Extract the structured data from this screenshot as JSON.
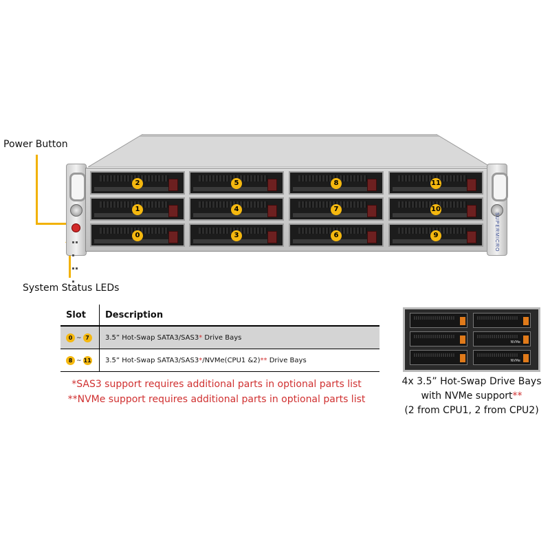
{
  "callouts": {
    "power_button": "Power Button",
    "status_leds": "System Status LEDs"
  },
  "brand": "SUPERMICRO",
  "bays": [
    {
      "label": "2"
    },
    {
      "label": "5"
    },
    {
      "label": "8"
    },
    {
      "label": "11"
    },
    {
      "label": "1"
    },
    {
      "label": "4"
    },
    {
      "label": "7"
    },
    {
      "label": "10"
    },
    {
      "label": "0"
    },
    {
      "label": "3"
    },
    {
      "label": "6"
    },
    {
      "label": "9"
    }
  ],
  "table": {
    "headers": {
      "slot": "Slot",
      "description": "Description"
    },
    "rows": [
      {
        "from": "0",
        "sep": "~",
        "to": "7",
        "desc": "3.5” Hot-Swap SATA3/SAS3",
        "mark1": "*",
        "desc2": "  Drive Bays",
        "desc3": "",
        "mark2": "",
        "desc4": ""
      },
      {
        "from": "8",
        "sep": "~",
        "to": "11",
        "desc": "3.5” Hot-Swap SATA3/SAS3",
        "mark1": "*",
        "desc2": "/NVMe(CPU1  &2)",
        "mark2": "**",
        "desc4": " Drive Bays"
      }
    ]
  },
  "notes": {
    "sas3": "*SAS3 support requires additional parts in optional parts list",
    "nvme": "**NVMe support requires additional parts in optional parts list"
  },
  "inset": {
    "nvme_label": "NVMe",
    "caption_line1": "4x 3.5” Hot-Swap Drive Bays",
    "caption_line2": "with NVMe support",
    "caption_mark": "**",
    "caption_line3": "(2 from CPU1, 2 from CPU2)"
  },
  "colors": {
    "badge": "#f5b80f",
    "note_red": "#d03030",
    "leader": "#f2b100"
  }
}
